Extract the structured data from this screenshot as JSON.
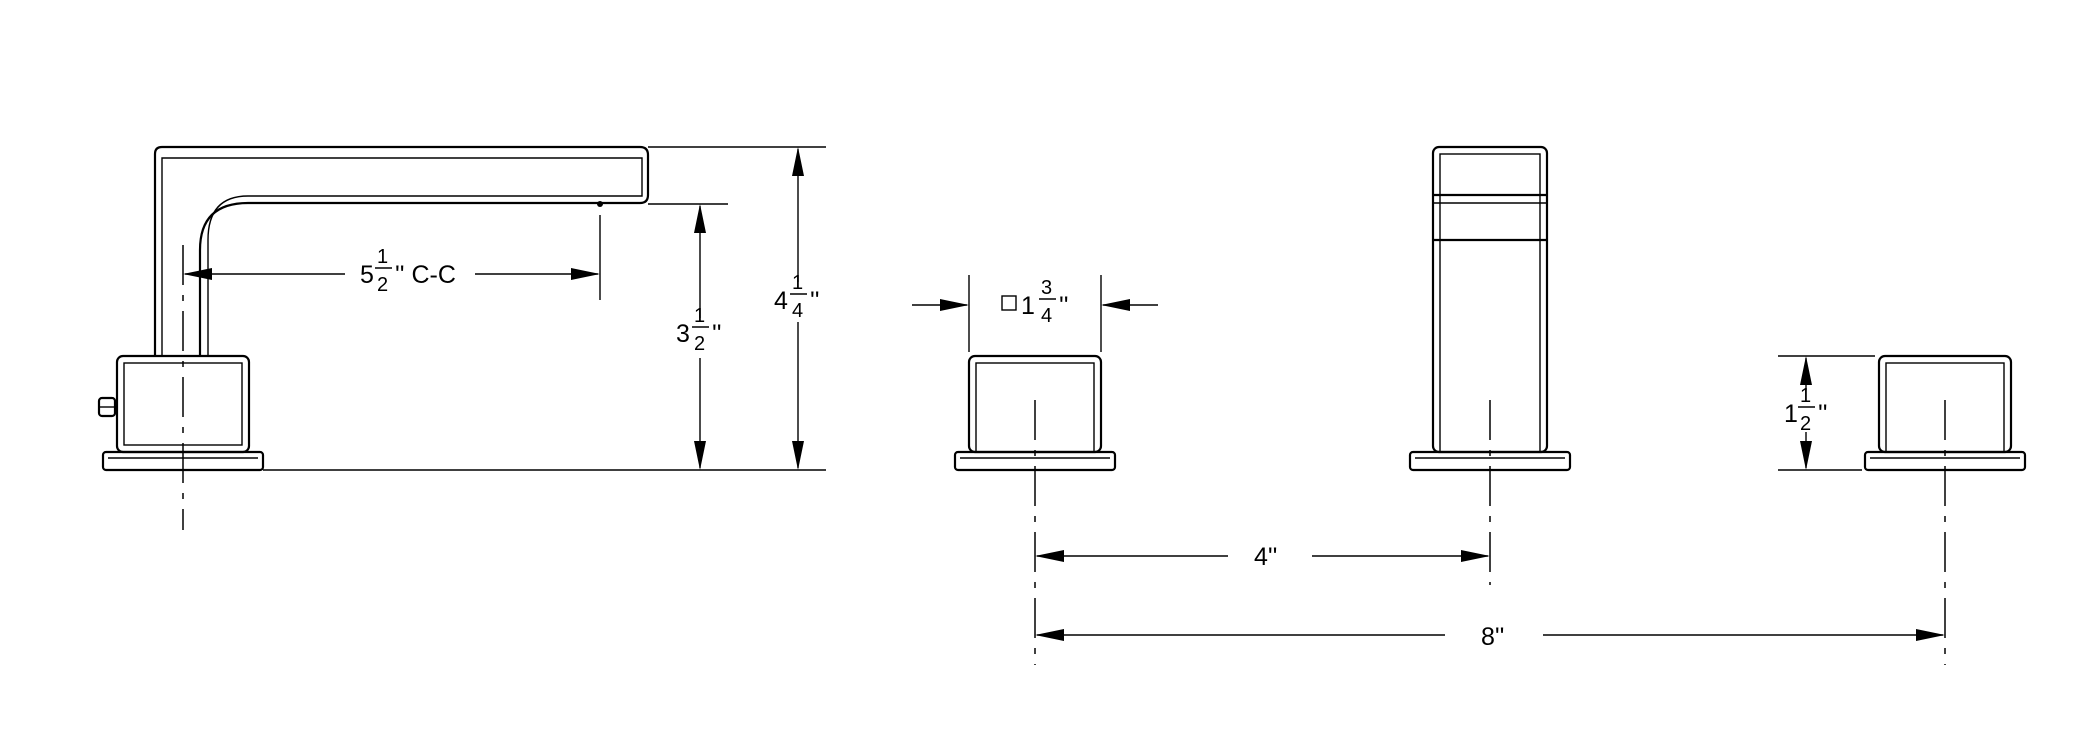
{
  "dimensions": {
    "spout_reach": {
      "whole": "5",
      "num": "1",
      "den": "2",
      "suffix": "'' C-C"
    },
    "spout_height": {
      "whole": "3",
      "num": "1",
      "den": "2",
      "suffix": "''"
    },
    "overall_height": {
      "whole": "4",
      "num": "1",
      "den": "4",
      "suffix": "''"
    },
    "handle_square": {
      "whole": "1",
      "num": "3",
      "den": "4",
      "suffix": "''"
    },
    "handle_height": {
      "whole": "1",
      "num": "1",
      "den": "2",
      "suffix": "''"
    },
    "center_to_spout": {
      "text": "4''"
    },
    "widespread_spacing": {
      "text": "8''"
    }
  }
}
